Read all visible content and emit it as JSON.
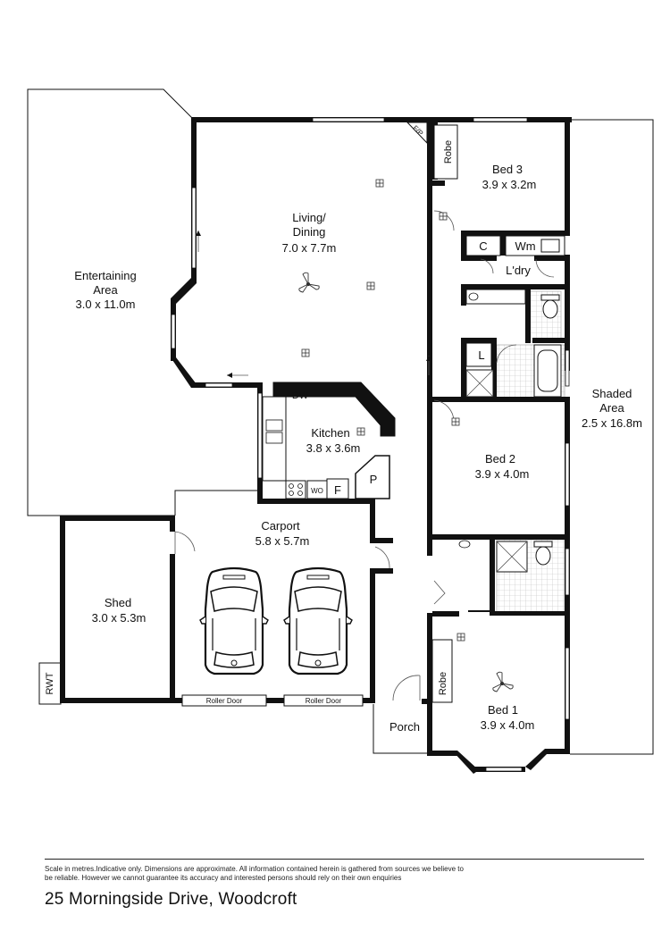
{
  "rooms": {
    "entertaining": {
      "name": "Entertaining\nArea",
      "size": "3.0 x 11.0m"
    },
    "living": {
      "name": "Living/\nDining",
      "size": "7.0 x 7.7m"
    },
    "bed3": {
      "name": "Bed 3",
      "size": "3.9 x 3.2m"
    },
    "laundry": {
      "name": "L'dry"
    },
    "kitchen": {
      "name": "Kitchen",
      "size": "3.8 x 3.6m"
    },
    "bed2": {
      "name": "Bed 2",
      "size": "3.9 x 4.0m"
    },
    "shaded": {
      "name": "Shaded\nArea",
      "size": "2.5 x 16.8m"
    },
    "carport": {
      "name": "Carport",
      "size": "5.8 x 5.7m"
    },
    "shed": {
      "name": "Shed",
      "size": "3.0 x 5.3m"
    },
    "bed1": {
      "name": "Bed 1",
      "size": "3.9 x 4.0m"
    },
    "porch": {
      "name": "Porch"
    }
  },
  "fixtures": {
    "robe_top": "Robe",
    "robe_bed1": "Robe",
    "fp": "F/P",
    "linen_c": "C",
    "washing_machine": "Wm",
    "linen_l": "L",
    "dishwasher": "DW",
    "wall_oven": "WO",
    "fridge": "F",
    "pantry": "P",
    "rainwater_tank": "RWT",
    "roller_door_left": "Roller Door",
    "roller_door_right": "Roller Door"
  },
  "footer": {
    "disclaimer": "Scale in metres.Indicative only. Dimensions are approximate. All information contained herein is gathered from sources we believe to be reliable. However we cannot guarantee its accuracy and interested persons should rely on their own enquiries",
    "address": "25 Morningside Drive, Woodcroft"
  }
}
